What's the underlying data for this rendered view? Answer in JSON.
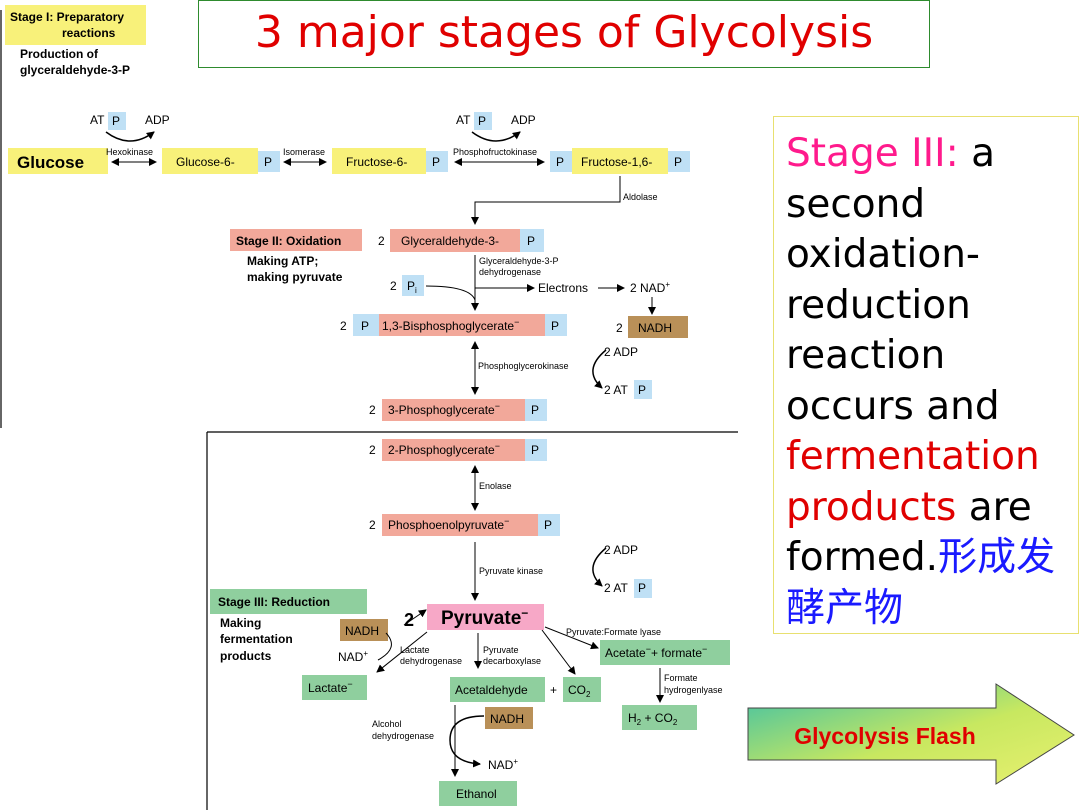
{
  "title": "3 major stages of Glycolysis",
  "side_text": {
    "stage_label": "Stage III:",
    "p1": " a second oxidation-reduction reaction occurs and ",
    "fermentation": "fermentation products",
    "p2": " are formed.",
    "chinese": "形成发酵产物"
  },
  "flash_button": "Glycolysis Flash",
  "colors": {
    "title_red": "#e00000",
    "stage_pink": "#ff1a8c",
    "chinese_blue": "#1a1aff",
    "yellow_box": "#f8f17a",
    "blue_box": "#bfe0f5",
    "salmon_box": "#f2a89a",
    "green_box": "#8fcf9e",
    "brown_box": "#b99058",
    "pink_box": "#f7a8c7",
    "arrow_fill": "#b5e35a"
  },
  "stage1": {
    "label": "Stage I: Preparatory",
    "label2": "reactions",
    "sub1": "Production of",
    "sub2": "glyceraldehyde-3-P",
    "glucose": "Glucose",
    "hexokinase": "Hexokinase",
    "atp": "AT",
    "p": "P",
    "adp": "ADP",
    "glucose6": "Glucose-6-",
    "isomerase": "Isomerase",
    "fructose6": "Fructose-6-",
    "pfk": "Phosphofructokinase",
    "fructose16": "Fructose-1,6-",
    "aldolase": "Aldolase"
  },
  "stage2": {
    "label": "Stage II: Oxidation",
    "sub1": "Making ATP;",
    "sub2": "making pyruvate",
    "two": "2",
    "g3p": "Glyceraldehyde-3-",
    "g3pdh1": "Glyceraldehyde-3-P",
    "g3pdh2": "dehydrogenase",
    "pi": "P",
    "pi_sub": "i",
    "electrons": "Electrons",
    "nad": "2 NAD",
    "plus": "+",
    "nadh": "NADH",
    "bpg": "1,3-Bisphosphoglycerate",
    "minus": "−",
    "adp2": "2 ADP",
    "pgk": "Phosphoglycerokinase",
    "atp2": "2 AT",
    "pg3": "3-Phosphoglycerate"
  },
  "lower": {
    "pg2": "2-Phosphoglycerate",
    "enolase": "Enolase",
    "pep": "Phosphoenolpyruvate",
    "adp": "2 ADP",
    "pk": "Pyruvate kinase",
    "atp": "2 AT",
    "stage3": "Stage III: Reduction",
    "making1": "Making",
    "making2": "fermentation",
    "making3": "products",
    "nadh": "NADH",
    "nadplus": "NAD",
    "two": "2",
    "pyruvate": "Pyruvate",
    "pfl": "Pyruvate:Formate lyase",
    "ldh1": "Lactate",
    "ldh2": "dehydrogenase",
    "pdc1": "Pyruvate",
    "pdc2": "decarboxylase",
    "acetate": "Acetate",
    "formate": "+ formate",
    "lactate": "Lactate",
    "acetaldehyde": "Acetaldehyde",
    "plus": "+",
    "co2": "CO",
    "sub2": "2",
    "fhl1": "Formate",
    "fhl2": "hydrogenlyase",
    "h2": "H",
    "h2co2": " + CO",
    "adh1": "Alcohol",
    "adh2": "dehydrogenase",
    "nad_out": "NAD",
    "ethanol": "Ethanol"
  }
}
